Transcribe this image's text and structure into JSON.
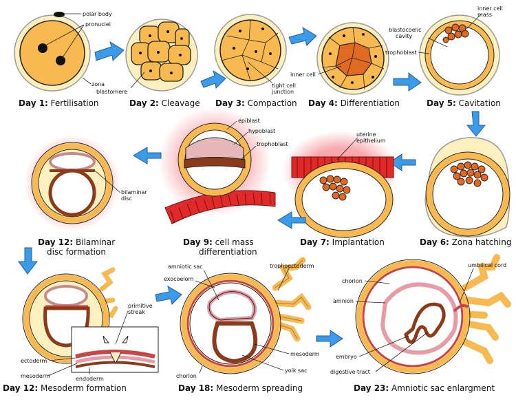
{
  "stages": [
    {
      "day": "Day 1:",
      "name": "Fertilisation"
    },
    {
      "day": "Day 2:",
      "name": "Cleavage"
    },
    {
      "day": "Day 3:",
      "name": "Compaction"
    },
    {
      "day": "Day 4:",
      "name": "Differentiation"
    },
    {
      "day": "Day 5:",
      "name": "Cavitation"
    },
    {
      "day": "Day 6:",
      "name": "Zona hatching"
    },
    {
      "day": "Day 7:",
      "name": "Implantation"
    },
    {
      "day": "Day 9:",
      "name": "cell mass",
      "name2": "differentiation"
    },
    {
      "day": "Day 12:",
      "name": "Bilaminar",
      "name2": "disc formation"
    },
    {
      "day": "Day 12:",
      "name": "Mesoderm formation"
    },
    {
      "day": "Day 18:",
      "name": "Mesoderm spreading"
    },
    {
      "day": "Day 23:",
      "name": "Amniotic sac enlargment"
    }
  ],
  "labels": {
    "polar_body": "polar body",
    "pronuclei": "pronuclei",
    "zona": "zona",
    "blastomere": "blastomere",
    "tight_cell_junction_1": "tight cell",
    "tight_cell_junction_2": "junction",
    "inner_cell": "inner cell",
    "inner_cell_mass_1": "inner cell",
    "inner_cell_mass_2": "mass",
    "blastocoelic_1": "blastocoelic",
    "blastocoelic_2": "cavity",
    "trophoblast": "trophoblast",
    "uterine_1": "uterine",
    "uterine_2": "epithelium",
    "epiblast": "epiblast",
    "hypoblast": "hypoblast",
    "trophoblast_9": "trophoblast",
    "bilaminar_1": "bilaminar",
    "bilaminar_2": "disc",
    "primitive_1": "primitive",
    "primitive_2": "streak",
    "ectoderm": "ectoderm",
    "mesoderm_12": "mesoderm",
    "endoderm": "endoderm",
    "amniotic_sac": "amniotic sac",
    "exocoelom": "exocoelom",
    "trophoectoderm": "trophoectoderm",
    "mesoderm_18": "mesoderm",
    "yolk_sac": "yolk sac",
    "chorion_18": "chorion",
    "chorion_23": "chorion",
    "amnion": "amnion",
    "umbilical_cord": "umbilical cord",
    "embryo": "embryo",
    "digestive_tract": "digestive tract"
  },
  "colors": {
    "cell_orange": "#f7b950",
    "zona_cream": "#fdf0c0",
    "icm_red": "#e06a22",
    "arrow_blue": "#3b9be8",
    "uterine_red": "#e02a2a",
    "glow_pink": "#f6a3a8",
    "brown": "#8b3a1a",
    "pink_layer": "#e79ca5"
  }
}
